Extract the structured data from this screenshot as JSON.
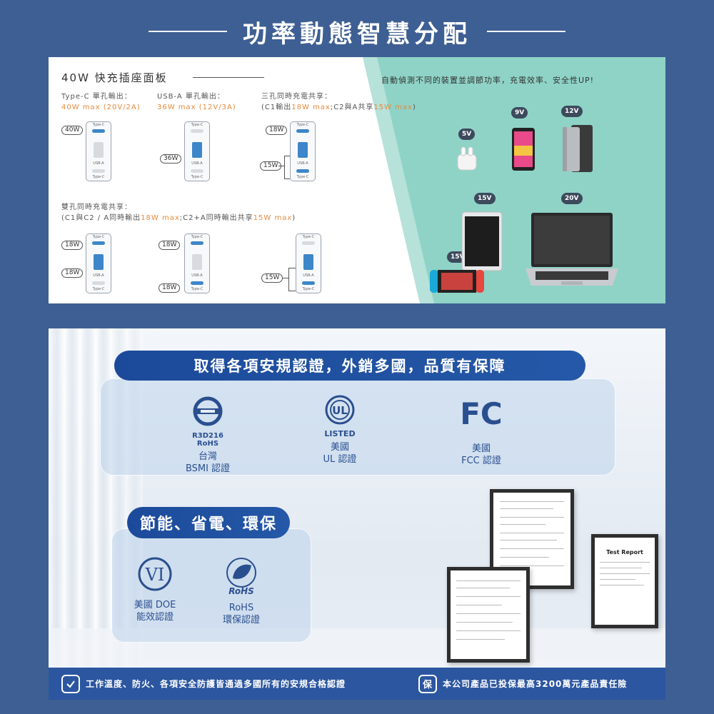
{
  "header": {
    "title": "功率動態智慧分配"
  },
  "panel1": {
    "title": "40W 快充插座面板",
    "right_text": "自動偵測不同的裝置並調節功率，充電效率、安全性UP!",
    "col1": {
      "line1": "Type-C 單孔輸出：",
      "line2": "40W max (20V/2A)"
    },
    "col2": {
      "line1": "USB-A  單孔輸出：",
      "line2": "36W max (12V/3A)"
    },
    "col3": {
      "line1": "三孔同時充電共享：",
      "line2_pre": "(C1輸出",
      "line2_o1": "18W max",
      "line2_mid": ";C2與A共享",
      "line2_o2": "15W max",
      "line2_post": ")"
    },
    "two": {
      "line1": "雙孔同時充電共享：",
      "line2_pre": "(C1與C2 / A同時輸出",
      "line2_o1": "18W max",
      "line2_mid": ";C2+A同時輸出共享",
      "line2_o2": "15W max",
      "line2_post": ")"
    },
    "outlet_tags": {
      "typec": "Type-C",
      "usba": "USB-A"
    },
    "badges": {
      "w40": "40W",
      "w36": "36W",
      "w18": "18W",
      "w15": "15W"
    },
    "volts": {
      "v5": "5V",
      "v9": "9V",
      "v12": "12V",
      "v15a": "15V",
      "v20": "20V",
      "v15b": "15V"
    }
  },
  "panel2": {
    "cert_banner": "取得各項安規認證，外銷多國，品質有保障",
    "certs": [
      {
        "logo": "R3D216\nRoHS",
        "line1": "台灣",
        "line2": "BSMI 認證"
      },
      {
        "logo": "LISTED",
        "line1": "美國",
        "line2": "UL 認證"
      },
      {
        "logo": "FC",
        "line1": "美國",
        "line2": "FCC 認證"
      }
    ],
    "energy_banner": "節能、省電、環保",
    "energy": [
      {
        "logo": "VI",
        "line1": "美國 DOE",
        "line2": "能效認證"
      },
      {
        "logo": "RoHS",
        "line1": "RoHS",
        "line2": "環保認證"
      }
    ],
    "report_title": "Test Report",
    "bottom_left": "工作溫度、防火、各項安全防護皆通過多國所有的安規合格認證",
    "bottom_right": "本公司產品已投保最高3200萬元產品責任險",
    "bottom_right_icon": "保"
  },
  "colors": {
    "page_bg": "#3e5f93",
    "accent_blue": "#2c56a0",
    "orange": "#e8893a",
    "teal": "#8fd3c7"
  }
}
